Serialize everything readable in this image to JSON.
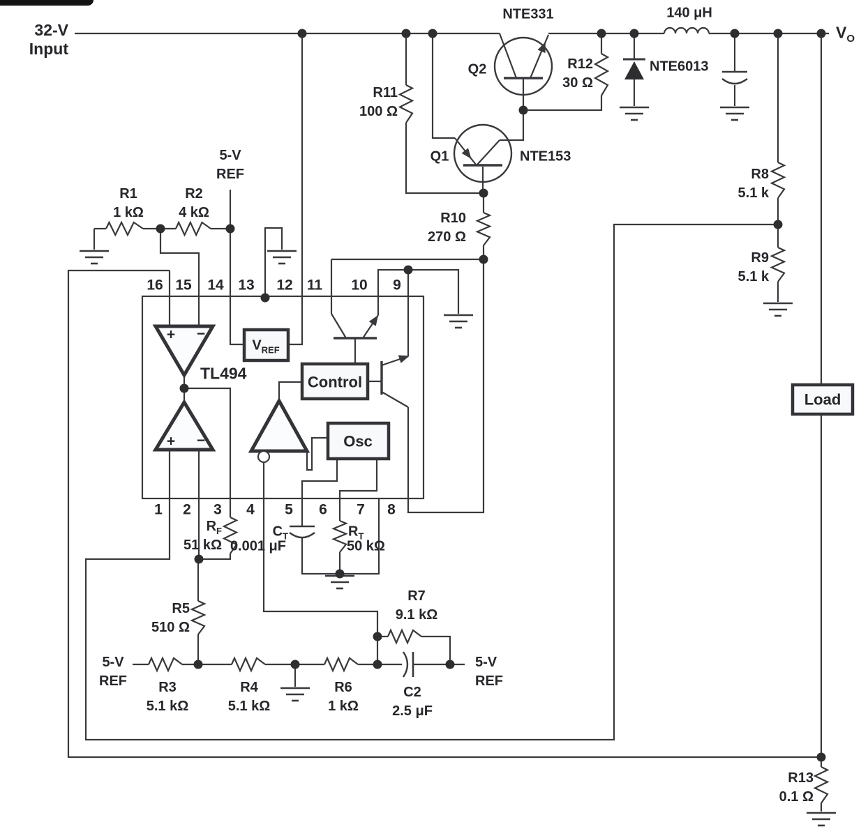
{
  "source": {
    "input_line1": "32-V",
    "input_line2": "Input"
  },
  "output": {
    "v_base": "V",
    "v_sub": "O"
  },
  "rails": {
    "ref5v_line1": "5-V",
    "ref5v_line2": "REF"
  },
  "load_label": "Load",
  "components": {
    "l1": {
      "value": "140 μH"
    },
    "q2": {
      "id": "Q2",
      "part": "NTE331"
    },
    "q1": {
      "id": "Q1",
      "part": "NTE153"
    },
    "d1": {
      "part": "NTE6013"
    },
    "r1": {
      "id": "R1",
      "value": "1 kΩ"
    },
    "r2": {
      "id": "R2",
      "value": "4 kΩ"
    },
    "r3": {
      "id": "R3",
      "value": "5.1 kΩ"
    },
    "r4": {
      "id": "R4",
      "value": "5.1 kΩ"
    },
    "r5": {
      "id": "R5",
      "value": "510 Ω"
    },
    "r6": {
      "id": "R6",
      "value": "1 kΩ"
    },
    "r7": {
      "id": "R7",
      "value": "9.1 kΩ"
    },
    "r8": {
      "id": "R8",
      "value": "5.1 k"
    },
    "r9": {
      "id": "R9",
      "value": "5.1 k"
    },
    "r10": {
      "id": "R10",
      "value": "270 Ω"
    },
    "r11": {
      "id": "R11",
      "value": "100 Ω"
    },
    "r12": {
      "id": "R12",
      "value": "30 Ω"
    },
    "r13": {
      "id": "R13",
      "value": "0.1 Ω"
    },
    "rf": {
      "id_base": "R",
      "id_sub": "F",
      "value": "51 kΩ"
    },
    "rt": {
      "id_base": "R",
      "id_sub": "T",
      "value": "50 kΩ"
    },
    "ct": {
      "id_base": "C",
      "id_sub": "T",
      "value": "0.001 μF"
    },
    "c2": {
      "id": "C2",
      "value": "2.5 μF"
    }
  },
  "ic": {
    "name": "TL494",
    "pins_top": [
      "16",
      "15",
      "14",
      "13",
      "12",
      "11",
      "10",
      "9"
    ],
    "pins_bottom": [
      "1",
      "2",
      "3",
      "4",
      "5",
      "6",
      "7",
      "8"
    ],
    "blocks": {
      "vref_base": "V",
      "vref_sub": "REF",
      "control": "Control",
      "osc": "Osc"
    },
    "amp_plus": "+",
    "amp_minus": "−"
  }
}
